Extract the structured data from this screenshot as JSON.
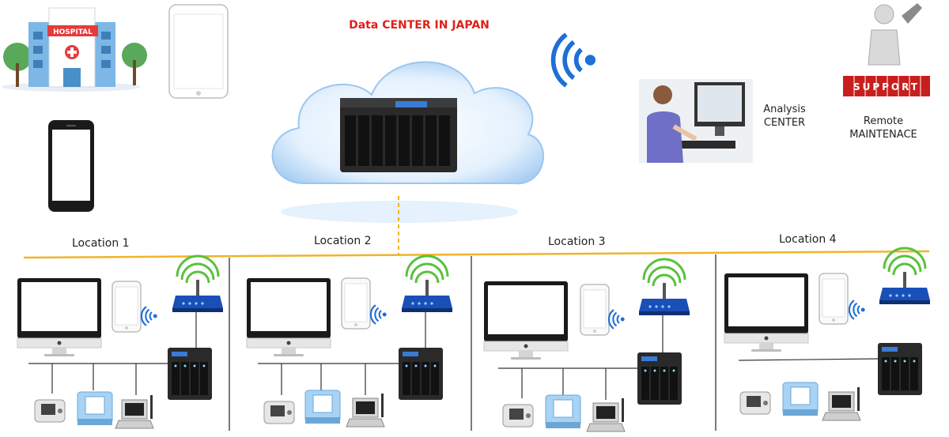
{
  "header": {
    "title": "Data CENTER IN JAPAN"
  },
  "hospital": {
    "sign": "HOSPITAL"
  },
  "analysis": {
    "line1": "Analysis",
    "line2": "CENTER"
  },
  "remote": {
    "line1": "Remote",
    "line2": "MAINTENACE",
    "sign": "SUPPORT"
  },
  "locations": [
    {
      "label": "Location 1"
    },
    {
      "label": "Location 2"
    },
    {
      "label": "Location 3"
    },
    {
      "label": "Location 4"
    }
  ],
  "colors": {
    "title": "#e0211b",
    "backbone": "#f0b429",
    "cloud": "#cfe6fb",
    "wifi": "#1e6fd9",
    "router": "#1b4fb8",
    "nas": "#2a2a2a",
    "support": "#c81e1e"
  }
}
